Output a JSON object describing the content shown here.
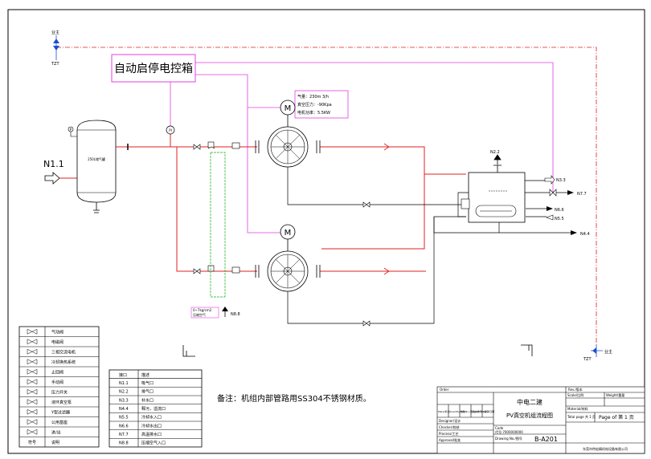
{
  "control_box": {
    "label": "自动启停电控箱"
  },
  "spec_box": {
    "lines": [
      "气量：230m 3/h",
      "真空压力：-90Kpa",
      "电机功率：5.5KW"
    ]
  },
  "owner": {
    "top": {
      "label": "业主",
      "tag": "TZT"
    },
    "right": {
      "label": "业主",
      "tag": "TZT"
    }
  },
  "tank": {
    "label": "250L储气罐"
  },
  "instruments": {
    "gauge_p": "P",
    "gauge_pi": "PI",
    "motor": "M"
  },
  "ports": {
    "n1_1": "N1.1",
    "n2_2": "N2.2",
    "n3_3": "N3.3",
    "n4_4": "N4.4",
    "n5_5": "N5.5",
    "n6_6": "N6.6",
    "n7_7": "N7.7",
    "n8_8": "N8.8"
  },
  "n8_note": [
    "0~7kg/cm2",
    "压缩空气"
  ],
  "legend": {
    "footer": {
      "sym": "符号",
      "desc": "说明"
    },
    "items": [
      {
        "icon": "pneumatic-valve-icon",
        "label": "气动阀"
      },
      {
        "icon": "solenoid-valve-icon",
        "label": "电磁阀"
      },
      {
        "icon": "three-phase-motor-icon",
        "label": "三相交流电机"
      },
      {
        "icon": "cooling-system-icon",
        "label": "冷却换热系统"
      },
      {
        "icon": "check-valve-icon",
        "label": "止回阀"
      },
      {
        "icon": "manual-valve-icon",
        "label": "手动阀"
      },
      {
        "icon": "pressure-switch-icon",
        "label": "压力开关"
      },
      {
        "icon": "vacuum-pump-icon",
        "label": "液环真空泵"
      },
      {
        "icon": "y-strainer-icon",
        "label": "Y型过滤器"
      },
      {
        "icon": "common-base-icon",
        "label": "公用基座"
      },
      {
        "icon": "in-out-arrow-icon",
        "label": "进/出"
      }
    ]
  },
  "port_table": {
    "headers": {
      "port": "接口",
      "desc": "描述"
    },
    "rows": [
      {
        "port": "N1.1",
        "desc": "吸气口"
      },
      {
        "port": "N2.2",
        "desc": "排气口"
      },
      {
        "port": "N3.3",
        "desc": "补水口"
      },
      {
        "port": "N4.4",
        "desc": "释污，溢流口"
      },
      {
        "port": "N5.5",
        "desc": "冷却水入口"
      },
      {
        "port": "N6.6",
        "desc": "冷却水出口"
      },
      {
        "port": "N7.7",
        "desc": "高温排水口"
      },
      {
        "port": "N8.8",
        "desc": "压缩空气入口"
      }
    ]
  },
  "note": "备注：机组内部管路用SS304不锈钢材质。",
  "title_block": {
    "order": "Order",
    "rev": "Rev./版本",
    "project_title": "中电二建",
    "drawing_title": "PV真空机组流程图",
    "sign_cols": [
      "Mark/标记",
      "Quantity/处数",
      "File No./更改文件号",
      "Signature/签字",
      "Date/日期"
    ],
    "designer": "Designer/设计",
    "checker": "Checker/校核",
    "process": "Process/工艺",
    "approval": "Approval/批准",
    "code": "Code",
    "code_value": "代号:7000000000",
    "drawing_no_label": "Drawing No./图号",
    "drawing_no": "B-A201",
    "scale": "Scale/比例",
    "weight": "Weight/重量",
    "material": "Material/材料",
    "total_page": "Total page 共 1 页",
    "page_of": "Page of 第 1 页",
    "company": "东莞市特宏精机电设备有限公司"
  },
  "colors": {
    "vacuum_line": "#e02020",
    "signal_line": "#e040e0",
    "water_line": "#000000",
    "air_line": "#10b010",
    "border": "#000000"
  }
}
